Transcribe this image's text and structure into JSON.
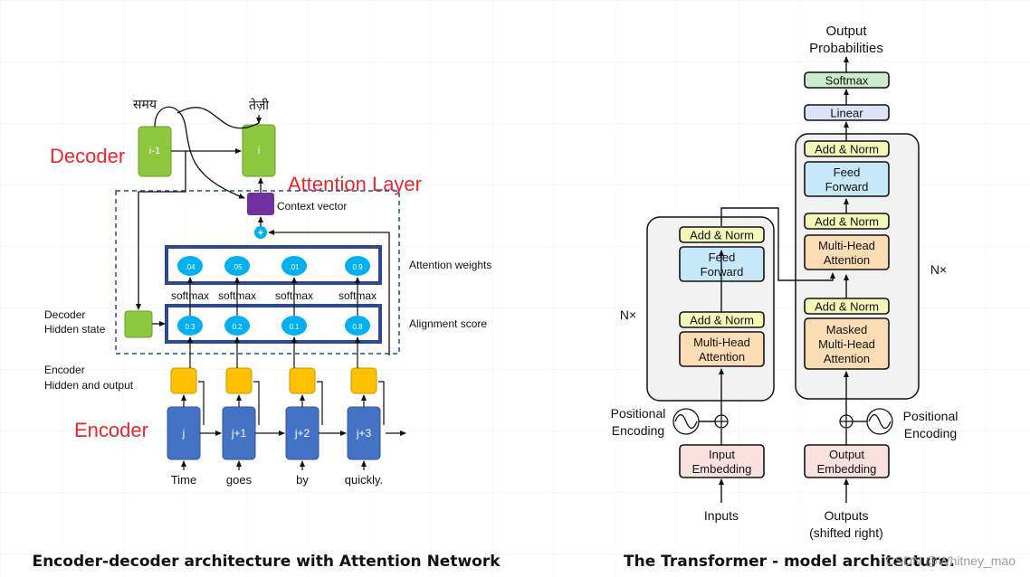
{
  "left": {
    "caption": "Encoder-decoder architecture with Attention Network",
    "decoder_label": "Decoder",
    "attention_label": "Attention Layer",
    "encoder_label": "Encoder",
    "top_word_in": "समय",
    "top_word_out": "तेज़ी",
    "decoder_prev": "i-1",
    "decoder_cur": "i",
    "context_vector": "Context vector",
    "plus": "+",
    "attention_weights_label": "Attention weights",
    "alignment_score_label": "Alignment score",
    "decoder_hidden_l1": "Decoder",
    "decoder_hidden_l2": "Hidden state",
    "encoder_hidden_l1": "Encoder",
    "encoder_hidden_l2": "Hidden and output",
    "weights": [
      ".04",
      ".05",
      ".01",
      "0.9"
    ],
    "softmax": [
      "softmax",
      "softmax",
      "softmax",
      "softmax"
    ],
    "scores": [
      "0.3",
      "0.2",
      "0.1",
      "0.8"
    ],
    "encoder_cells": [
      "j",
      "j+1",
      "j+2",
      "j+3"
    ],
    "inputs": [
      "Time",
      "goes",
      "by",
      "quickly."
    ],
    "colors": {
      "red": "#e8262c",
      "green": "#8dc63f",
      "purple": "#7030a0",
      "blue": "#4472c4",
      "cyan": "#00b0f0",
      "orange": "#ffc000",
      "navy": "#2f4a8a"
    }
  },
  "right": {
    "caption": "The Transformer - model architecture.",
    "output_probs_l1": "Output",
    "output_probs_l2": "Probabilities",
    "softmax": "Softmax",
    "linear": "Linear",
    "add_norm": "Add & Norm",
    "feed_forward_l1": "Feed",
    "feed_forward_l2": "Forward",
    "mha_l1": "Multi-Head",
    "mha_l2": "Attention",
    "masked_l1": "Masked",
    "masked_l2": "Multi-Head",
    "masked_l3": "Attention",
    "nx": "N×",
    "pos_enc_l1": "Positional",
    "pos_enc_l2": "Encoding",
    "input_emb_l1": "Input",
    "input_emb_l2": "Embedding",
    "output_emb_l1": "Output",
    "output_emb_l2": "Embedding",
    "inputs": "Inputs",
    "outputs_l1": "Outputs",
    "outputs_l2": "(shifted right)",
    "colors": {
      "addnorm": "#f3f7b8",
      "ff": "#c7e8f9",
      "mha": "#fcdcb4",
      "emb": "#fbe0e0",
      "linear": "#dde3f6",
      "softmax": "#cdeccd"
    }
  },
  "watermark": "CSDN @Whitney_mao"
}
